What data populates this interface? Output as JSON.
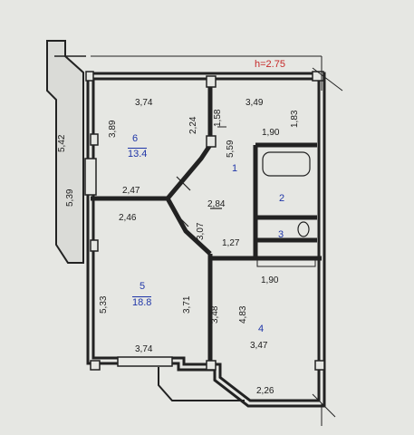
{
  "plan": {
    "ceiling_height": "h=2.75",
    "rooms": [
      {
        "number": "6",
        "area": "13.4"
      },
      {
        "number": "1"
      },
      {
        "number": "2"
      },
      {
        "number": "3"
      },
      {
        "number": "5",
        "area": "18.8"
      },
      {
        "number": "4"
      }
    ],
    "dimensions": {
      "room6_top": "3,74",
      "room6_height": "3,89",
      "room6_bottom": "2,47",
      "wall_224": "2,24",
      "wall_158": "1,58",
      "hall_top": "3,49",
      "hall_side": "1,83",
      "hall_559": "5,59",
      "bath_width": "1,90",
      "hall_284": "2,84",
      "hall_307": "3,07",
      "wc_127": "1,27",
      "kitchen_190": "1,90",
      "room5_top": "2,46",
      "room5_height": "5,33",
      "room5_371": "3,71",
      "room5_bottom": "3,74",
      "kitchen_348": "3,48",
      "kitchen_483": "4,83",
      "kitchen_347": "3,47",
      "kitchen_bottom": "2,26",
      "balcony_542": "5,42",
      "balcony_539": "5,39"
    }
  }
}
